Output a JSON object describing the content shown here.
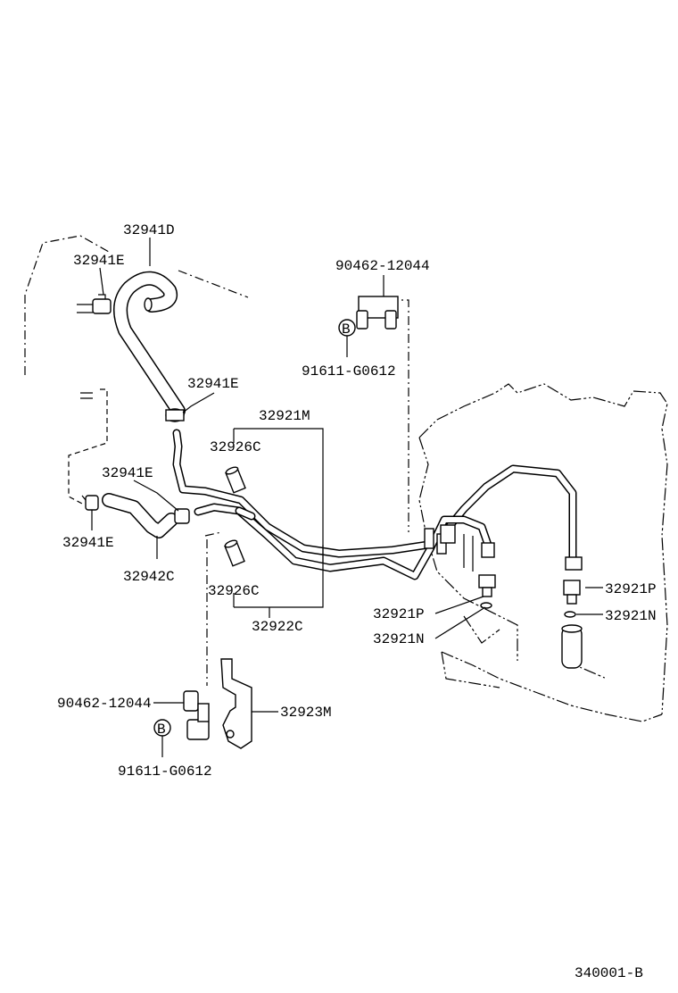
{
  "labels": {
    "hose_d": "32941D",
    "clamp_e_top": "32941E",
    "clamp_e_mid": "32941E",
    "clamp_e_left": "32941E",
    "clamp_e_bottom": "32941E",
    "hose_c": "32942C",
    "tube_m": "32921M",
    "sleeve_top": "32926C",
    "sleeve_bottom": "32926C",
    "tube_c": "32922C",
    "clamp_top": "90462-12044",
    "bolt_top_mark": "B",
    "bolt_top": "91611-G0612",
    "union_left": "32921P",
    "gasket_left": "32921N",
    "union_right": "32921P",
    "gasket_right": "32921N",
    "bracket": "32923M",
    "clamp_bottom": "90462-12044",
    "bolt_bottom_mark": "B",
    "bolt_bottom": "91611-G0612",
    "figure_code": "340001-B"
  }
}
